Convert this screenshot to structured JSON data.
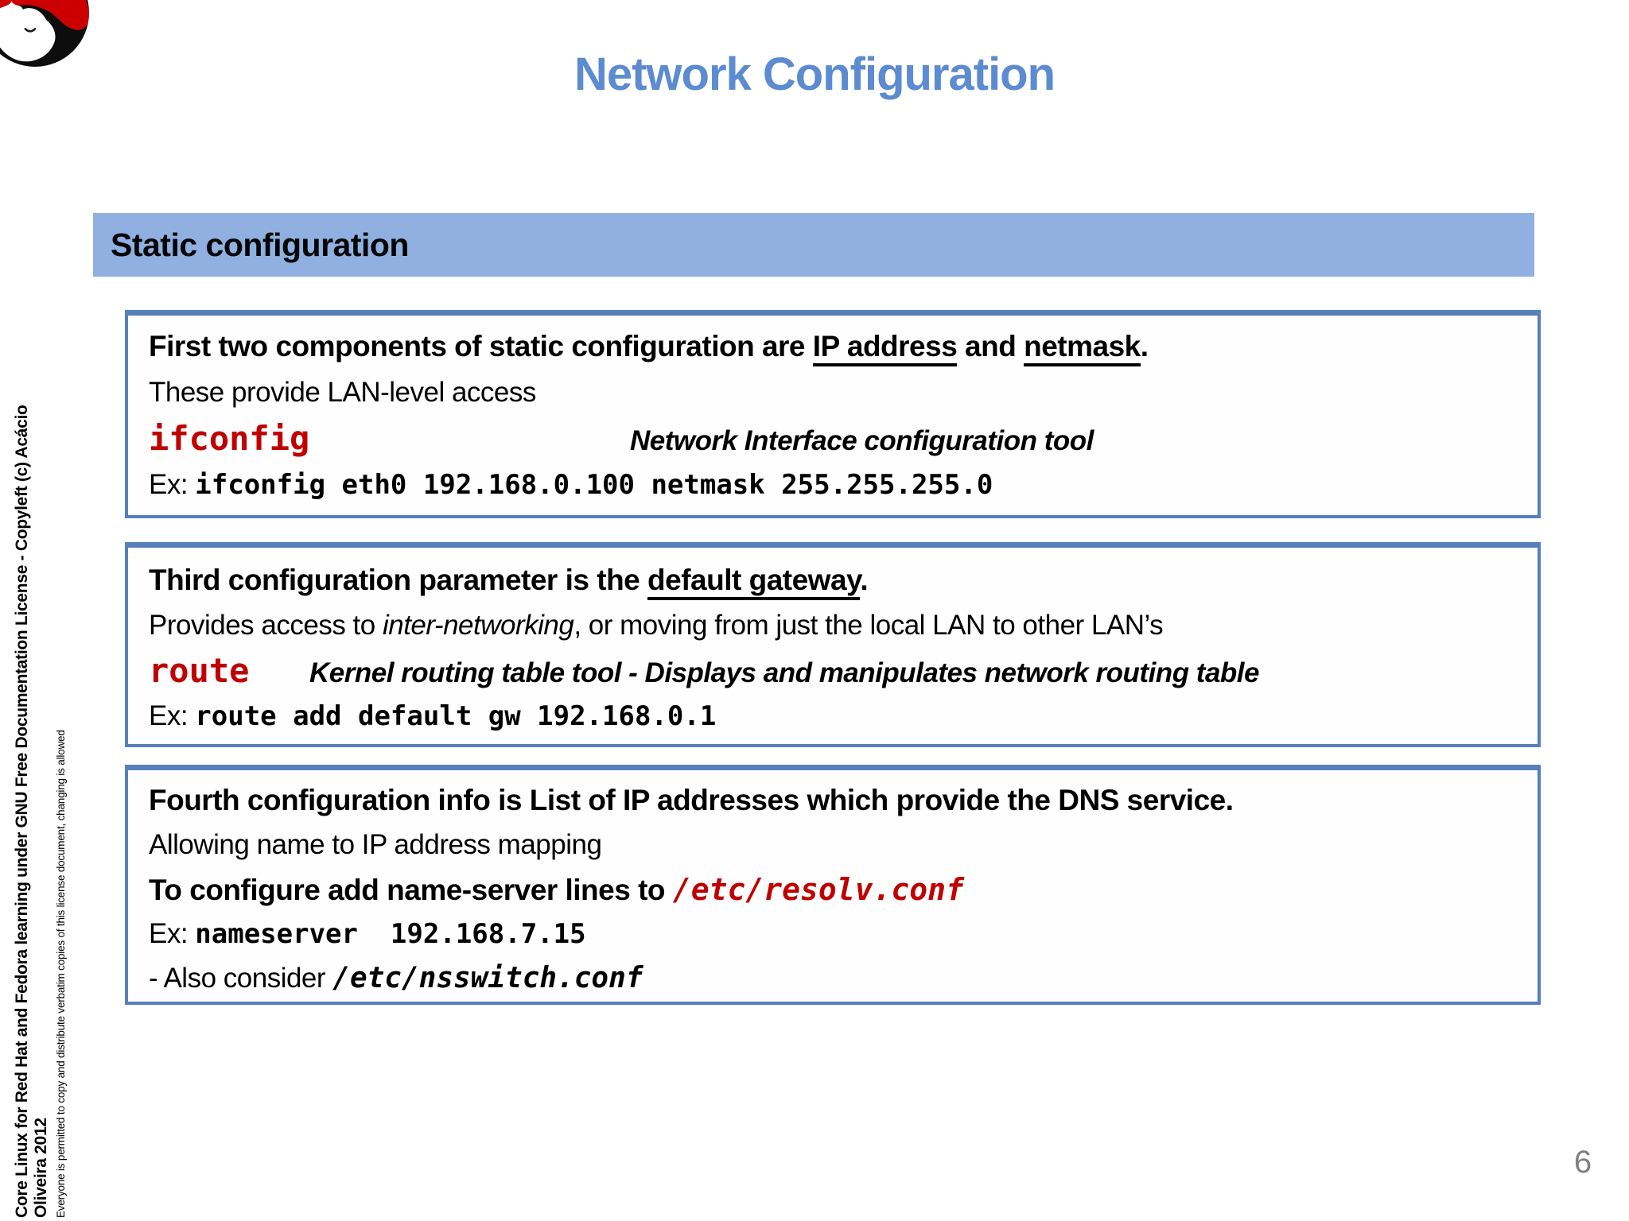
{
  "title": "Network Configuration",
  "section_header": "Static configuration",
  "page_number": "6",
  "sidebar": {
    "license_line_bold": "Core Linux for Red Hat and Fedora learning under GNU Free Documentation License  - Copyleft (c) Acácio Oliveira 2012",
    "license_line_small": "Everyone is permitted to copy and distribute verbatim copies of this license document, changing is allowed"
  },
  "boxes": [
    {
      "heading": {
        "pre": "First two components of static configuration are ",
        "underline1": "IP address",
        "mid": " and ",
        "underline2": "netmask",
        "post": "."
      },
      "subline": "These provide LAN-level access",
      "command": "ifconfig",
      "command_desc": "Network Interface configuration tool",
      "example_label": "Ex: ",
      "example_command": "ifconfig eth0 192.168.0.100 netmask 255.255.255.0"
    },
    {
      "heading": {
        "pre": "Third configuration parameter is the ",
        "underline1": "default gateway",
        "post": "."
      },
      "subline": {
        "pre": "Provides access to ",
        "italic": "inter-networking",
        "post": ", or moving from just the local LAN to other LAN’s"
      },
      "command": "route",
      "command_desc": "Kernel routing table tool - Displays and manipulates network routing table",
      "example_label": "Ex: ",
      "example_command": "route add default gw 192.168.0.1"
    },
    {
      "heading": "Fourth configuration info is List of IP addresses which provide the DNS service.",
      "subline": "Allowing name to IP address mapping",
      "config_line": {
        "bold": "To configure add name-server lines to ",
        "path": "/etc/resolv.conf"
      },
      "example_label": "Ex: ",
      "example_command": "nameserver  192.168.7.15",
      "note_line": {
        "pre": "- Also consider ",
        "path": "/etc/nsswitch.conf"
      }
    }
  ],
  "icons": {
    "logo": "redhat-shadowman"
  },
  "colors": {
    "title_blue": "#5c8bd1",
    "bar_fill": "#8fb0e0",
    "box_border": "#5580bc",
    "command_red": "#c00000",
    "page_gray": "#7f7f7f"
  }
}
